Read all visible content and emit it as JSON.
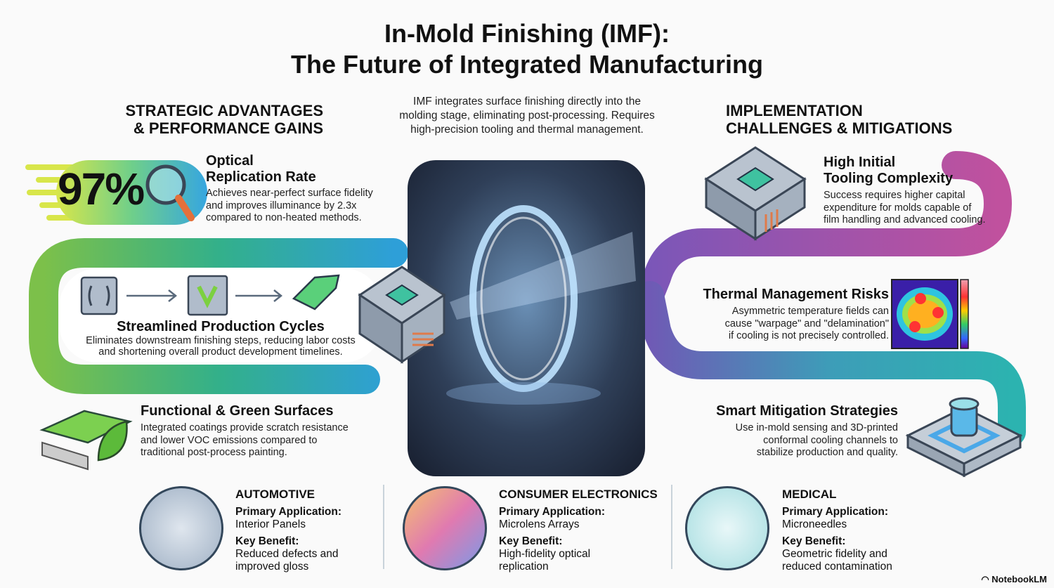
{
  "title": {
    "line1": "In-Mold Finishing (IMF):",
    "line2": "The Future of Integrated Manufacturing"
  },
  "left_header": {
    "line1": "STRATEGIC ADVANTAGES",
    "line2": "& PERFORMANCE GAINS"
  },
  "intro": {
    "line1": "IMF integrates surface finishing directly into the",
    "line2": "molding stage, eliminating post-processing. Requires",
    "line3": "high-precision tooling and thermal management."
  },
  "right_header": {
    "line1": "IMPLEMENTATION",
    "line2": "CHALLENGES & MITIGATIONS"
  },
  "advantages": [
    {
      "stat": "97%",
      "title1": "Optical",
      "title2": "Replication Rate",
      "desc": [
        "Achieves near-perfect surface fidelity",
        "and improves illuminance by 2.3x",
        "compared to non-heated methods."
      ]
    },
    {
      "title": "Streamlined Production Cycles",
      "desc": [
        "Eliminates downstream finishing steps, reducing labor costs",
        "and shortening overall product development timelines."
      ]
    },
    {
      "title": "Functional & Green Surfaces",
      "desc": [
        "Integrated coatings provide scratch resistance",
        "and lower VOC emissions compared to",
        "traditional post-process painting."
      ]
    }
  ],
  "challenges": [
    {
      "title1": "High Initial",
      "title2": "Tooling Complexity",
      "desc": [
        "Success requires higher capital",
        "expenditure for molds capable of",
        "film handling and advanced cooling."
      ]
    },
    {
      "title": "Thermal Management Risks",
      "desc": [
        "Asymmetric temperature fields can",
        "cause \"warpage\" and \"delamination\"",
        "if cooling is not precisely controlled."
      ]
    },
    {
      "title": "Smart Mitigation Strategies",
      "desc": [
        "Use in-mold sensing and 3D-printed",
        "conformal cooling channels to",
        "stabilize production and quality."
      ]
    }
  ],
  "industries": [
    {
      "name": "AUTOMOTIVE",
      "app_label": "Primary Application:",
      "app": "Interior Panels",
      "benefit_label": "Key Benefit:",
      "benefit1": "Reduced defects and",
      "benefit2": "improved gloss",
      "icon": "car-interior-icon"
    },
    {
      "name": "CONSUMER ELECTRONICS",
      "app_label": "Primary Application:",
      "app": "Microlens Arrays",
      "benefit_label": "Key Benefit:",
      "benefit1": "High-fidelity optical",
      "benefit2": "replication",
      "icon": "smartphone-icon"
    },
    {
      "name": "MEDICAL",
      "app_label": "Primary Application:",
      "app": "Microneedles",
      "benefit_label": "Key Benefit:",
      "benefit1": "Geometric fidelity and",
      "benefit2": "reduced contamination",
      "icon": "microneedle-icon"
    }
  ],
  "brand": "NotebookLM"
}
